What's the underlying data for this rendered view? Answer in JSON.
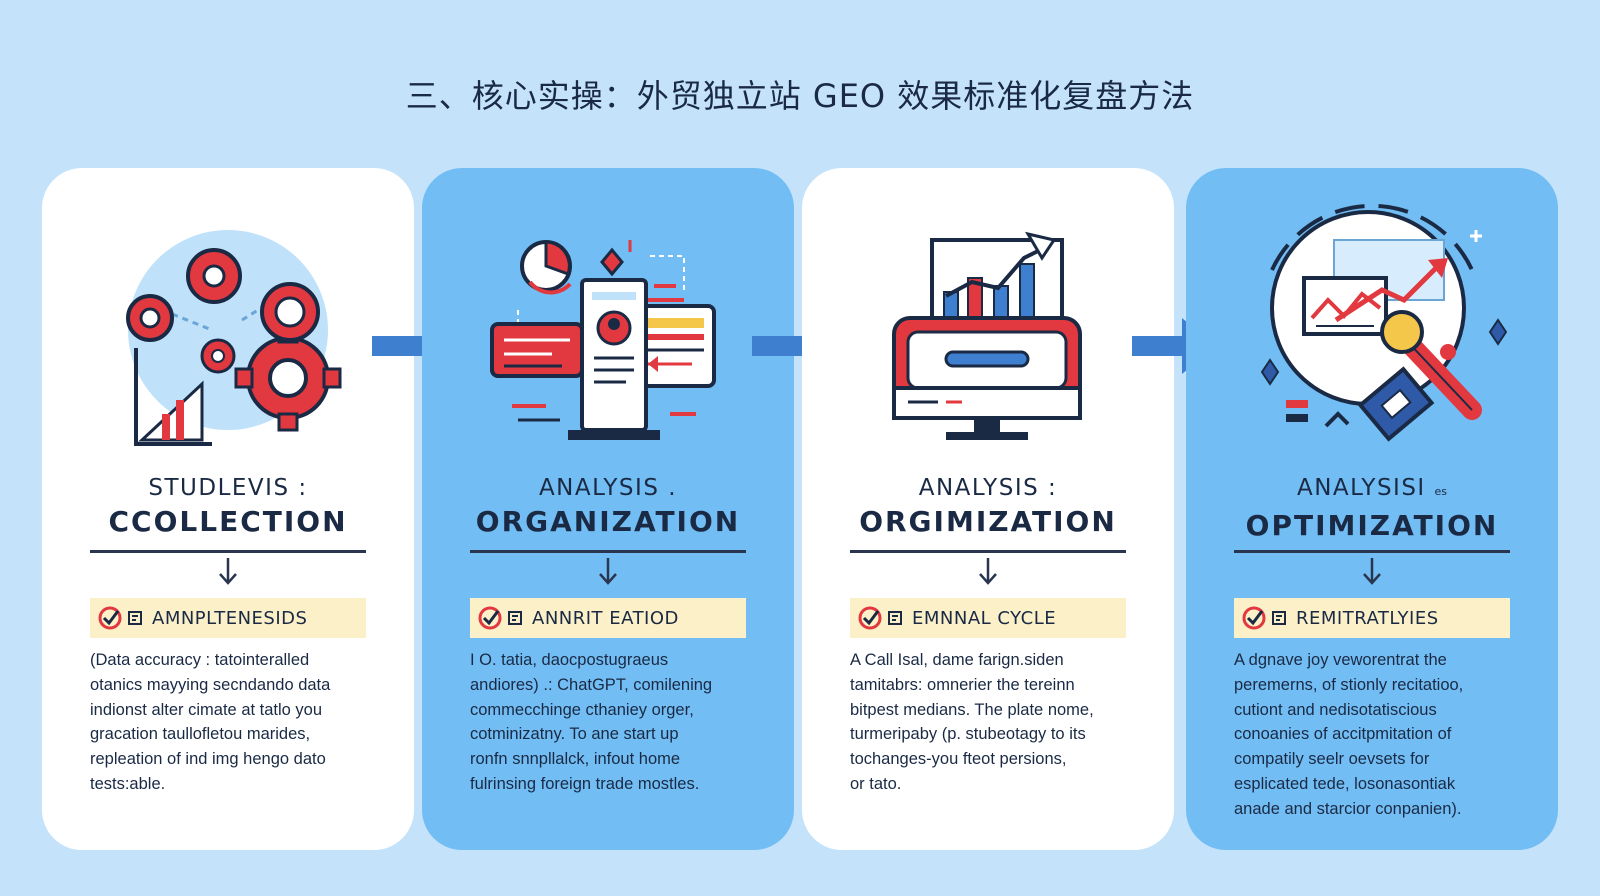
{
  "title": "三、核心实操：外贸独立站 GEO 效果标准化复盘方法",
  "colors": {
    "background": "#c4e3fb",
    "panel_white": "#ffffff",
    "panel_blue": "#72bdf4",
    "accent_red": "#e2383f",
    "navy": "#1a2a44",
    "arrow_blue": "#3f7fcf",
    "tag_bg": "#fcf0c9"
  },
  "steps": [
    {
      "title_line1": "STUDLEVIS :",
      "title_line2": "CCOLLECTION",
      "tag_label": "AMNPLTENESIDS",
      "icon": "gears-chart-icon",
      "description": [
        "(Data accuracy : tatointeralled",
        "otanics mayying secndando data",
        "indionst alter cimate at tatlo you",
        "gracation taullofletou marides,",
        "repleation of ind img hengo dato",
        "tests:able."
      ]
    },
    {
      "title_line1": "ANALYSIS .",
      "title_line2": "ORGANIZATION",
      "tag_label": "ANNRIT EATIOD",
      "icon": "document-dashboard-icon",
      "description": [
        "I O. tatia, daocpostugraeus",
        "andiores) .: ChatGPT, comilening",
        "commecchinge cthaniey orger,",
        "cotminizatny. To ane start up",
        "ronfn snnpllalck, infout home",
        "fulrinsing foreign trade mostles."
      ]
    },
    {
      "title_line1": "ANALYSIS :",
      "title_line2": "ORGIMIZATION",
      "tag_label": "EMNNAL CYCLE",
      "icon": "monitor-growth-icon",
      "description": [
        "A Call Isal, dame farign.siden",
        "tamitabrs: omnerier the tereinn",
        "bitpest medians. The plate nome,",
        "turmeripaby (p. stubeotagy to its",
        "tochanges-you fteot persions,",
        "or tato."
      ]
    },
    {
      "title_line1": "ANALYSISI",
      "title_line1_small": "es",
      "title_line2": "OPTIMIZATION",
      "tag_label": "REMITRATLYIES",
      "icon": "optimization-tools-icon",
      "description": [
        "A dgnave joy veworentrat the",
        "peremerns, of stionly recitatioo,",
        "cutiont and nedisotatiscious",
        "conoanies of accitpmitation of",
        "compatily seelr oevsets for",
        "esplicated tede, losonasontiak",
        "anade and starcior conpanien)."
      ]
    }
  ]
}
